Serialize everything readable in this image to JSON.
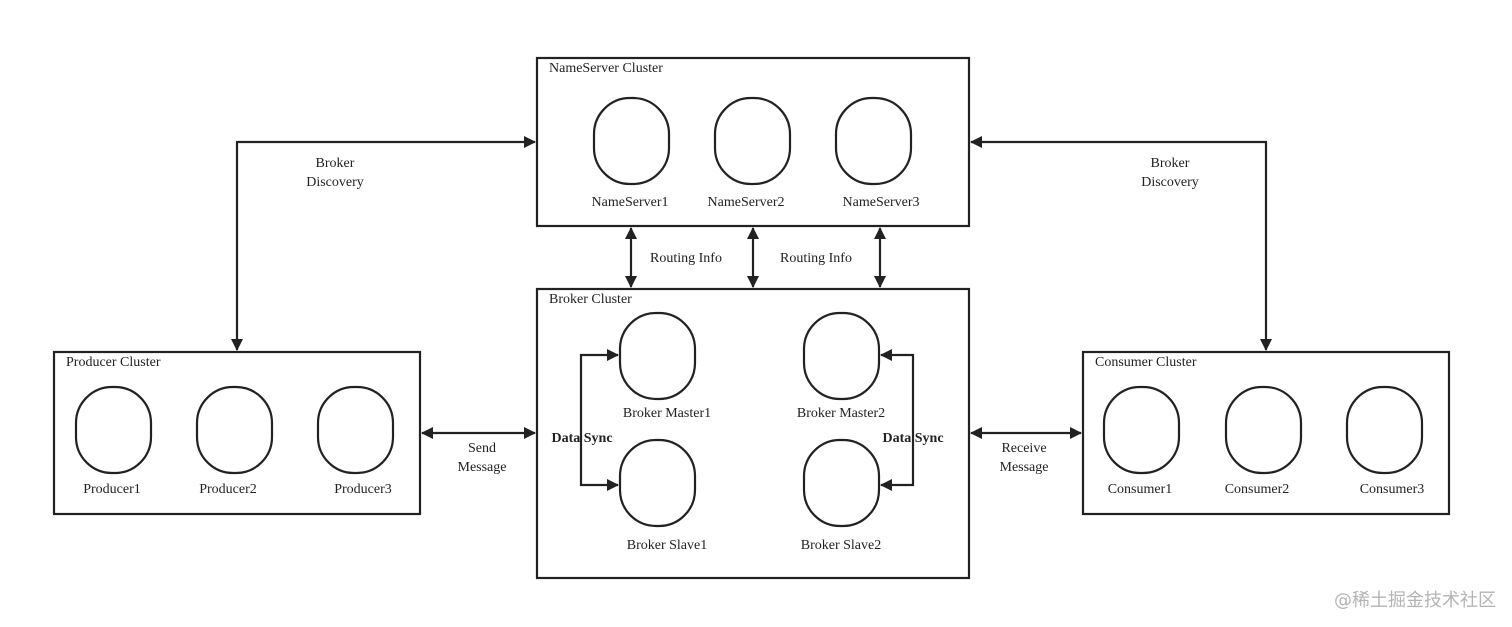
{
  "clusters": {
    "nameserver": {
      "title": "NameServer Cluster",
      "nodes": [
        "NameServer1",
        "NameServer2",
        "NameServer3"
      ]
    },
    "broker": {
      "title": "Broker Cluster",
      "nodes": [
        "Broker Master1",
        "Broker Master2",
        "Broker Slave1",
        "Broker Slave2"
      ]
    },
    "producer": {
      "title": "Producer Cluster",
      "nodes": [
        "Producer1",
        "Producer2",
        "Producer3"
      ]
    },
    "consumer": {
      "title": "Consumer Cluster",
      "nodes": [
        "Consumer1",
        "Consumer2",
        "Consumer3"
      ]
    }
  },
  "edges": {
    "producer_discovery": [
      "Broker",
      "Discovery"
    ],
    "consumer_discovery": [
      "Broker",
      "Discovery"
    ],
    "routing_left": "Routing Info",
    "routing_right": "Routing Info",
    "send_message": [
      "Send",
      "Message"
    ],
    "receive_message": [
      "Receive",
      "Message"
    ],
    "data_sync_left": "Data Sync",
    "data_sync_right": "Data Sync"
  },
  "watermark": "@稀土掘金技术社区",
  "colors": {
    "line": "#222222",
    "background": "#ffffff",
    "watermark": "#b4b4b4"
  }
}
